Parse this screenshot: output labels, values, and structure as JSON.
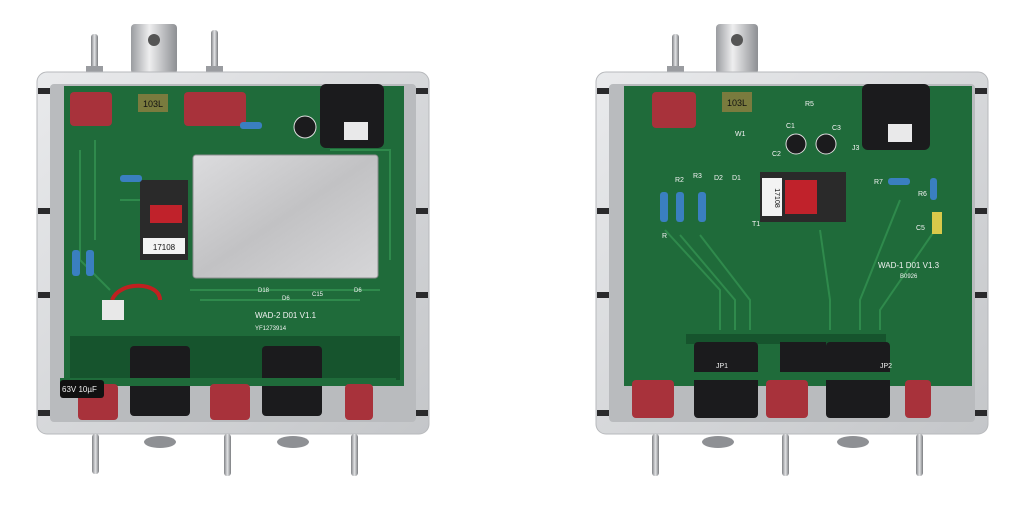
{
  "left_unit": {
    "board_label": "WAD-2 D01 V1.1",
    "serial": "YF1273914",
    "transformer_part": "17108",
    "capacitor_text": "63V 10µF",
    "trimmer_label": "103L",
    "labels": [
      "D18",
      "D6",
      "C15",
      "D6"
    ]
  },
  "right_unit": {
    "board_label": "WAD-1 D01 V1.3",
    "board_code": "B0926",
    "transformer_part": "17108",
    "trimmer_label": "103L",
    "labels": [
      "R5",
      "W1",
      "C1",
      "C2",
      "C3",
      "J3",
      "R2",
      "R3",
      "D2",
      "D1",
      "R",
      "T1",
      "R7",
      "R6",
      "C5",
      "JP1",
      "JP2"
    ]
  },
  "colors": {
    "enclosure": "#d6d8da",
    "pcb": "#1f6b3a",
    "pot_red": "#a8323b",
    "jack_black": "#1b1b1d",
    "shield": "#c9c9cb"
  }
}
